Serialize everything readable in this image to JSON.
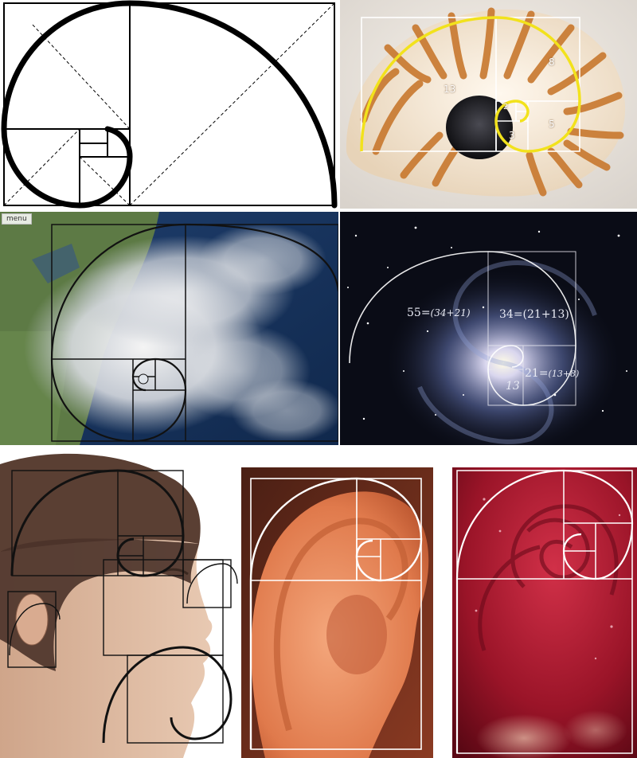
{
  "collage": {
    "panels": [
      {
        "id": "spiral-diagram",
        "subject": "golden spiral construction"
      },
      {
        "id": "nautilus-shell",
        "subject": "nautilus shell"
      },
      {
        "id": "hurricane",
        "subject": "hurricane satellite view"
      },
      {
        "id": "galaxy",
        "subject": "spiral galaxy"
      },
      {
        "id": "face-profile",
        "subject": "face profile"
      },
      {
        "id": "ear",
        "subject": "human ear"
      },
      {
        "id": "rose",
        "subject": "red rose"
      }
    ]
  },
  "shell": {
    "labels": {
      "n13": "13",
      "n8": "8",
      "n5": "5",
      "n3": "3",
      "n2": "2"
    },
    "colors": {
      "spiral": "#f2e21c",
      "grid": "#ffffff"
    }
  },
  "map": {
    "menu_label": "menu"
  },
  "galaxy": {
    "labels": {
      "l55_main": "55=",
      "l55_paren": "(34+21)",
      "l34": "34=(21+13)",
      "l21_main": "21=",
      "l21_paren": "(13+8)",
      "l13": "13"
    }
  },
  "icons": [
    "golden-spiral-icon"
  ]
}
